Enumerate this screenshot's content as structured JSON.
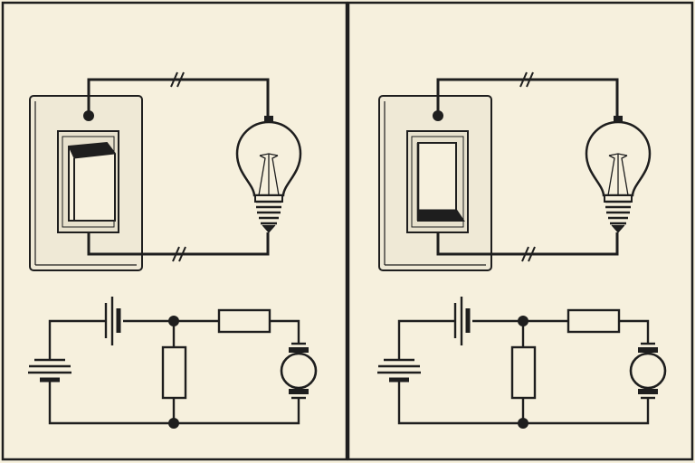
{
  "figure": {
    "panels": [
      {
        "id": "left",
        "switch_state": "off"
      },
      {
        "id": "right",
        "switch_state": "on"
      }
    ]
  },
  "colors": {
    "paper": "#f6f0dd",
    "ink": "#1e1e1e",
    "plate": "#efe9d6",
    "switch_face": "#e7e1cd"
  },
  "icons": [
    "wall-switch-icon",
    "light-bulb-icon",
    "battery-icon",
    "resistor-icon",
    "motor-icon",
    "junction-dot-icon"
  ]
}
